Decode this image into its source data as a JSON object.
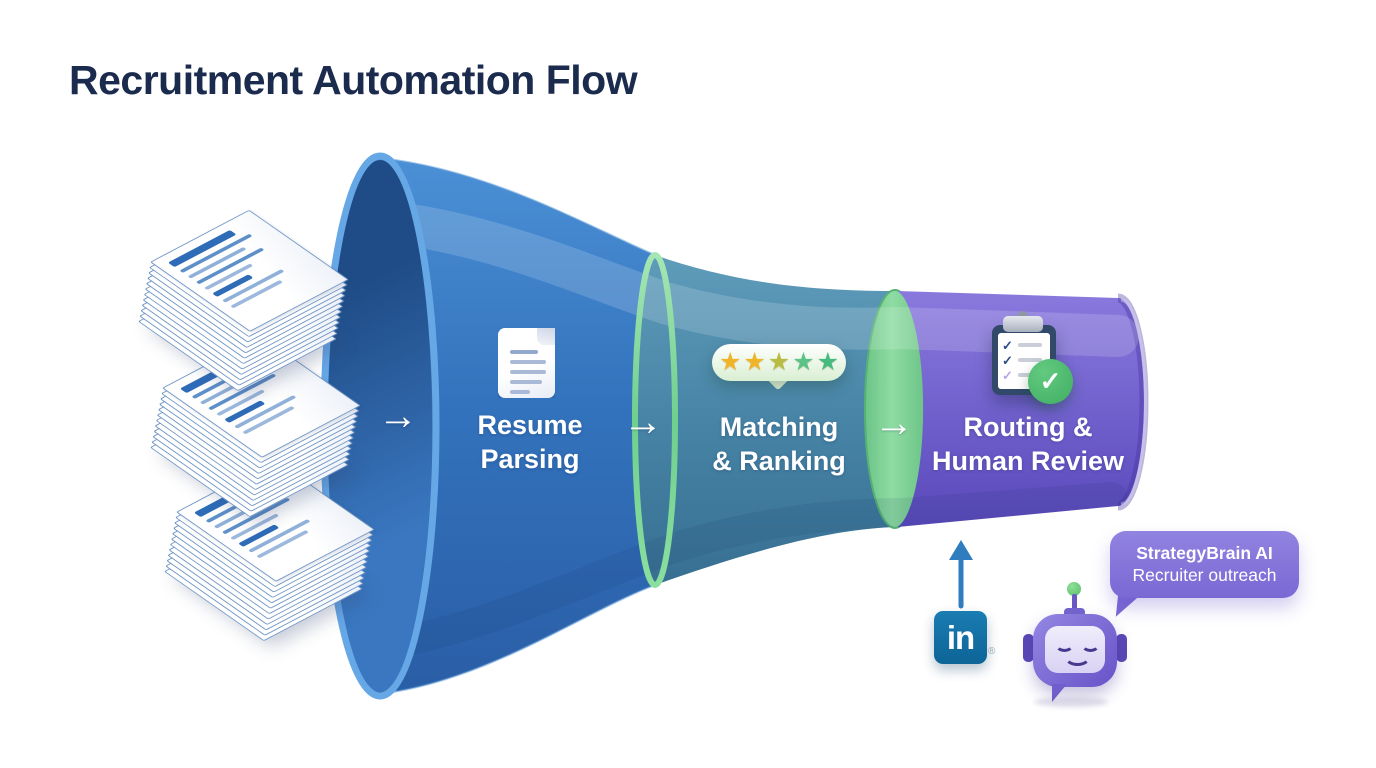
{
  "title": "Recruitment Automation Flow",
  "funnel": {
    "arrow_glyph": "→",
    "stages": [
      {
        "name": "Resume Parsing",
        "label_line1": "Resume",
        "label_line2": "Parsing",
        "icon": "document-icon",
        "section_color": "#3a7ac4"
      },
      {
        "name": "Matching & Ranking",
        "label_line1": "Matching",
        "label_line2": "& Ranking",
        "icon": "star-rating-badge",
        "section_color": "#4a87a8"
      },
      {
        "name": "Routing & Human Review",
        "label_line1": "Routing &",
        "label_line2": "Human Review",
        "icon": "clipboard-check-icon",
        "section_color": "#7061cf"
      }
    ],
    "divider_color": "#7fd698"
  },
  "resume_input": {
    "stack_count": 3
  },
  "star_rating": {
    "glyph": "★",
    "total": 5,
    "colors": [
      "#f0b429",
      "#f0b429",
      "#b9bc43",
      "#5cc287",
      "#46bb7f"
    ]
  },
  "icons": {
    "check_glyph": "✓"
  },
  "outreach": {
    "linkedin_label": "in",
    "registered_mark": "®",
    "bubble_line1": "StrategyBrain AI",
    "bubble_line2": "Recruiter outreach"
  },
  "colors": {
    "title": "#1b2b4d",
    "funnel_blue": "#3a7ac4",
    "funnel_teal": "#4a87a8",
    "funnel_purple": "#7061cf",
    "ring_green": "#7fd698",
    "linkedin_blue": "#0f72a8",
    "bubble_purple": "#7f6ed8"
  }
}
